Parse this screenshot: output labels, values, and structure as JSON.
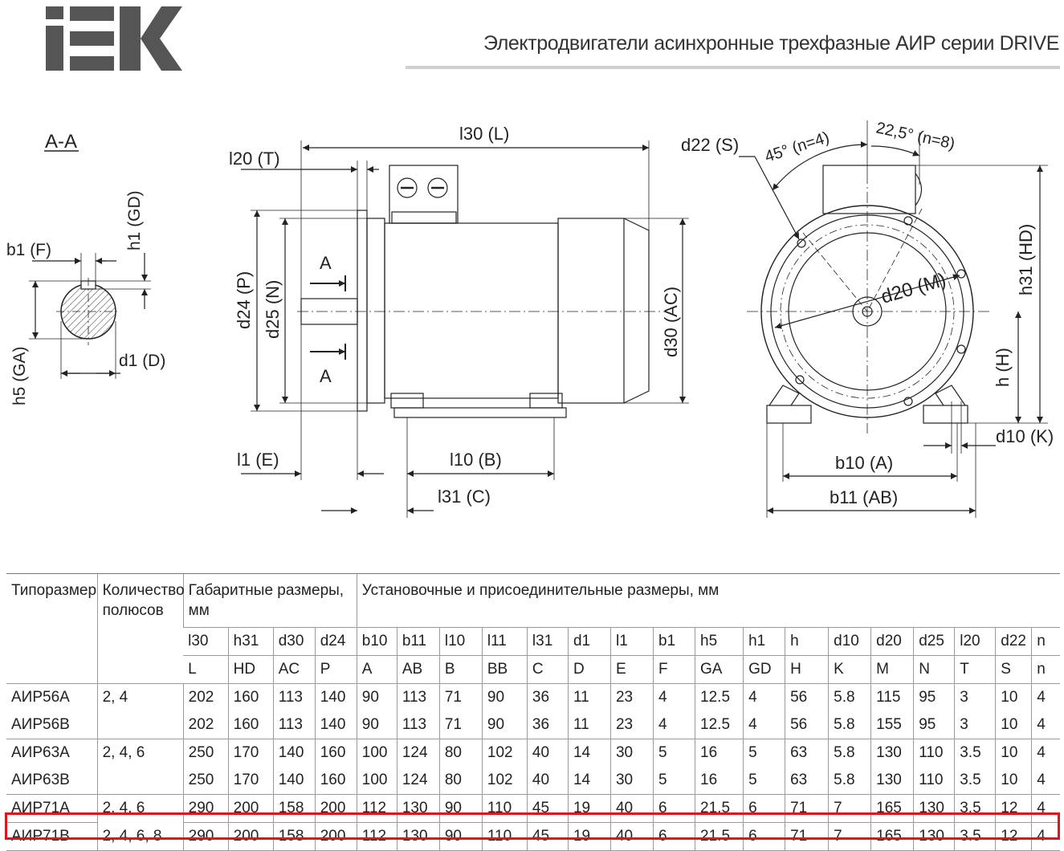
{
  "header": {
    "logo_text": "IEK",
    "doc_title": "Электродвигатели асинхронные трехфазные АИР серии DRIVE"
  },
  "drawing": {
    "section": {
      "title": "A-A",
      "b1": "b1 (F)",
      "h1": "h1 (GD)",
      "h5": "h5 (GA)",
      "d1": "d1 (D)"
    },
    "side": {
      "l30": "l30 (L)",
      "l20": "l20 (T)",
      "d24": "d24 (P)",
      "d25": "d25 (N)",
      "d30": "d30 (AC)",
      "l1": "l1 (E)",
      "l10": "l10 (B)",
      "l31": "l31 (C)",
      "cut": "A"
    },
    "front": {
      "d22": "d22  (S)",
      "angle45": "45° (n=4)",
      "angle225": "22,5° (n=8)",
      "d20": "d20 (M)",
      "h31": "h31 (HD)",
      "h": "h (H)",
      "d10": "d10 (K)",
      "b10": "b10 (A)",
      "b11": "b11 (AB)"
    }
  },
  "table": {
    "col_type": "Типоразмер",
    "col_poles": "Количество полюсов",
    "col_overall": "Габаритные размеры, мм",
    "col_mount": "Установочные и присоединительные размеры, мм",
    "symbols": [
      "l30",
      "h31",
      "d30",
      "d24",
      "b10",
      "b11",
      "l10",
      "l11",
      "l31",
      "d1",
      "l1",
      "b1",
      "h5",
      "h1",
      "h",
      "d10",
      "d20",
      "d25",
      "l20",
      "d22",
      "n"
    ],
    "letters": [
      "L",
      "HD",
      "AC",
      "P",
      "A",
      "AB",
      "B",
      "BB",
      "C",
      "D",
      "E",
      "F",
      "GA",
      "GD",
      "H",
      "K",
      "M",
      "N",
      "T",
      "S",
      "n"
    ],
    "rows": [
      {
        "type": "АИР56А",
        "poles": "2, 4",
        "v": [
          "202",
          "160",
          "113",
          "140",
          "90",
          "113",
          "71",
          "90",
          "36",
          "11",
          "23",
          "4",
          "12.5",
          "4",
          "56",
          "5.8",
          "115",
          "95",
          "3",
          "10",
          "4"
        ]
      },
      {
        "type": "АИР56В",
        "poles": "",
        "v": [
          "202",
          "160",
          "113",
          "140",
          "90",
          "113",
          "71",
          "90",
          "36",
          "11",
          "23",
          "4",
          "12.5",
          "4",
          "56",
          "5.8",
          "155",
          "95",
          "3",
          "10",
          "4"
        ]
      },
      {
        "type": "АИР63А",
        "poles": "2, 4, 6",
        "v": [
          "250",
          "170",
          "140",
          "160",
          "100",
          "124",
          "80",
          "102",
          "40",
          "14",
          "30",
          "5",
          "16",
          "5",
          "63",
          "5.8",
          "130",
          "110",
          "3.5",
          "10",
          "4"
        ]
      },
      {
        "type": "АИР63В",
        "poles": "",
        "v": [
          "250",
          "170",
          "140",
          "160",
          "100",
          "124",
          "80",
          "102",
          "40",
          "14",
          "30",
          "5",
          "16",
          "5",
          "63",
          "5.8",
          "130",
          "110",
          "3.5",
          "10",
          "4"
        ]
      },
      {
        "type": "АИР71А",
        "poles": "2, 4, 6",
        "v": [
          "290",
          "200",
          "158",
          "200",
          "112",
          "130",
          "90",
          "110",
          "45",
          "19",
          "40",
          "6",
          "21.5",
          "6",
          "71",
          "7",
          "165",
          "130",
          "3.5",
          "12",
          "4"
        ]
      },
      {
        "type": "АИР71В",
        "poles": "2, 4, 6, 8",
        "v": [
          "290",
          "200",
          "158",
          "200",
          "112",
          "130",
          "90",
          "110",
          "45",
          "19",
          "40",
          "6",
          "21.5",
          "6",
          "71",
          "7",
          "165",
          "130",
          "3.5",
          "12",
          "4"
        ]
      }
    ],
    "highlight_color": "#e1141b"
  }
}
